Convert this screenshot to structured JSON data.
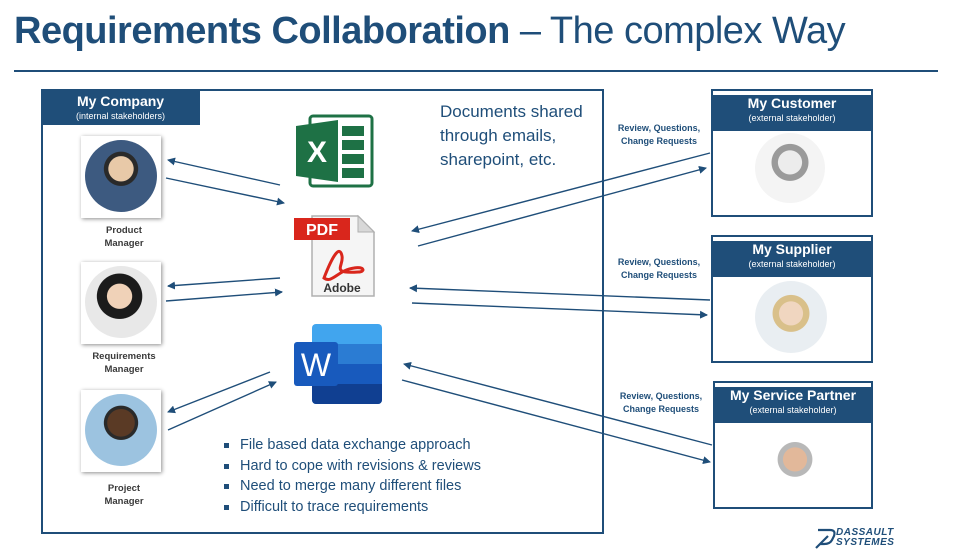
{
  "title": {
    "bold": "Requirements Collaboration",
    "rest": " – The complex Way"
  },
  "company": {
    "name": "My Company",
    "subtitle": "(internal stakeholders)",
    "stakeholders": [
      {
        "role_line1": "Product",
        "role_line2": "Manager"
      },
      {
        "role_line1": "Requirements",
        "role_line2": "Manager"
      },
      {
        "role_line1": "Project",
        "role_line2": "Manager"
      }
    ]
  },
  "documents": {
    "description": "Documents shared through emails, sharepoint, etc.",
    "excel_icon": "excel-icon",
    "pdf_icon": "pdf-icon",
    "pdf_badge": "PDF",
    "pdf_brand": "Adobe",
    "word_icon": "word-icon",
    "word_letter": "W"
  },
  "bullets": [
    "File based data exchange approach",
    "Hard to cope with revisions & reviews",
    "Need to merge many different files",
    "Difficult to trace requirements"
  ],
  "externals": [
    {
      "name": "My Customer",
      "subtitle": "(external stakeholder)",
      "label_line1": "Review, Questions,",
      "label_line2": "Change Requests"
    },
    {
      "name": "My Supplier",
      "subtitle": "(external stakeholder)",
      "label_line1": "Review, Questions,",
      "label_line2": "Change Requests"
    },
    {
      "name": "My Service Partner",
      "subtitle": "(external stakeholder)",
      "label_line1": "Review, Questions,",
      "label_line2": "Change Requests"
    }
  ],
  "logo": {
    "line1": "DASSAULT",
    "line2": "SYSTEMES"
  },
  "colors": {
    "brand_blue": "#1f4e79",
    "excel_green": "#1e7145",
    "pdf_red": "#d9261c",
    "word_blue": "#2b579a"
  }
}
